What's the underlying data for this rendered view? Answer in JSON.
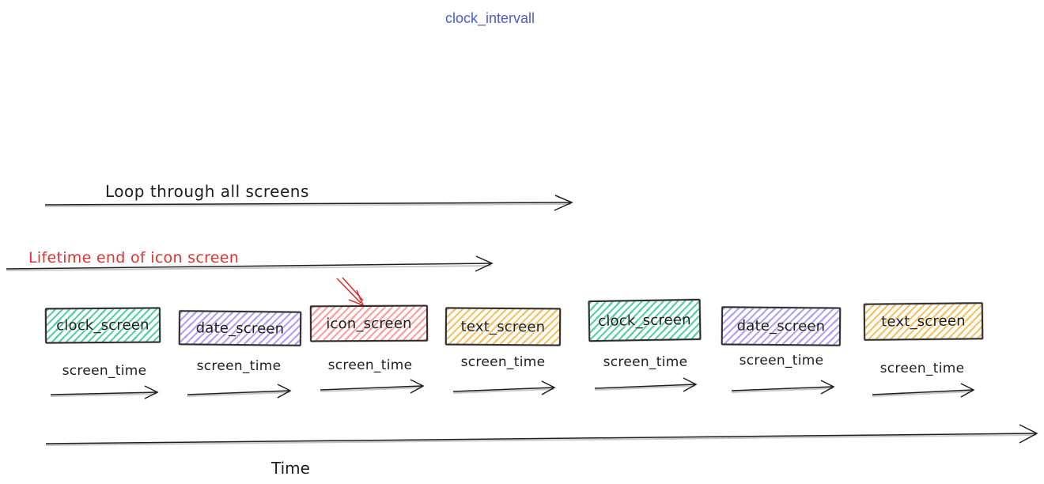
{
  "title": {
    "text": "clock_intervall",
    "color": "#4a5bd9"
  },
  "loop_arrow": {
    "label": "Loop through all screens"
  },
  "lifetime_arrow": {
    "label": "Lifetime end of icon screen",
    "color": "#e03131"
  },
  "annotation_arrow": {
    "color": "#e03131",
    "target": "icon_screen"
  },
  "screens": [
    {
      "label": "clock_screen",
      "fill": "#57cfa8"
    },
    {
      "label": "date_screen",
      "fill": "#b3a1f7"
    },
    {
      "label": "icon_screen",
      "fill": "#ff9f9f"
    },
    {
      "label": "text_screen",
      "fill": "#f8c163"
    },
    {
      "label": "clock_screen",
      "fill": "#57cfa8"
    },
    {
      "label": "date_screen",
      "fill": "#b3a1f7"
    },
    {
      "label": "text_screen",
      "fill": "#f8c163"
    }
  ],
  "screen_time_label": "screen_time",
  "time_axis_label": "Time",
  "ink_color": "#1e1e1e"
}
